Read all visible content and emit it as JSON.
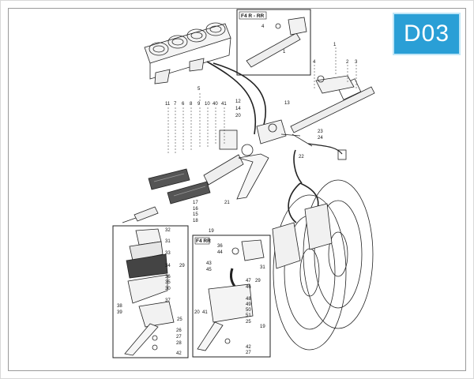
{
  "badge": {
    "code": "D03",
    "color": "#2a9fd6"
  },
  "insets": {
    "top_right": "F4 R - RR",
    "bottom_middle": "F4 RR"
  },
  "callouts_main": [
    "1",
    "2",
    "3",
    "4",
    "5",
    "11",
    "7",
    "6",
    "8",
    "9",
    "10",
    "40",
    "41",
    "12",
    "14",
    "13",
    "20",
    "23",
    "24",
    "22",
    "17",
    "16",
    "15",
    "18",
    "21",
    "19"
  ],
  "callouts_top_inset": [
    "4",
    "1"
  ],
  "callouts_left_box": [
    "32",
    "31",
    "33",
    "34",
    "29",
    "36",
    "35",
    "30",
    "37",
    "38",
    "39",
    "25",
    "26",
    "27",
    "28",
    "42"
  ],
  "callouts_mid_box": [
    "36",
    "44",
    "43",
    "45",
    "47",
    "46",
    "31",
    "29",
    "48",
    "49",
    "20",
    "41",
    "50",
    "51",
    "25",
    "19",
    "42",
    "27"
  ]
}
